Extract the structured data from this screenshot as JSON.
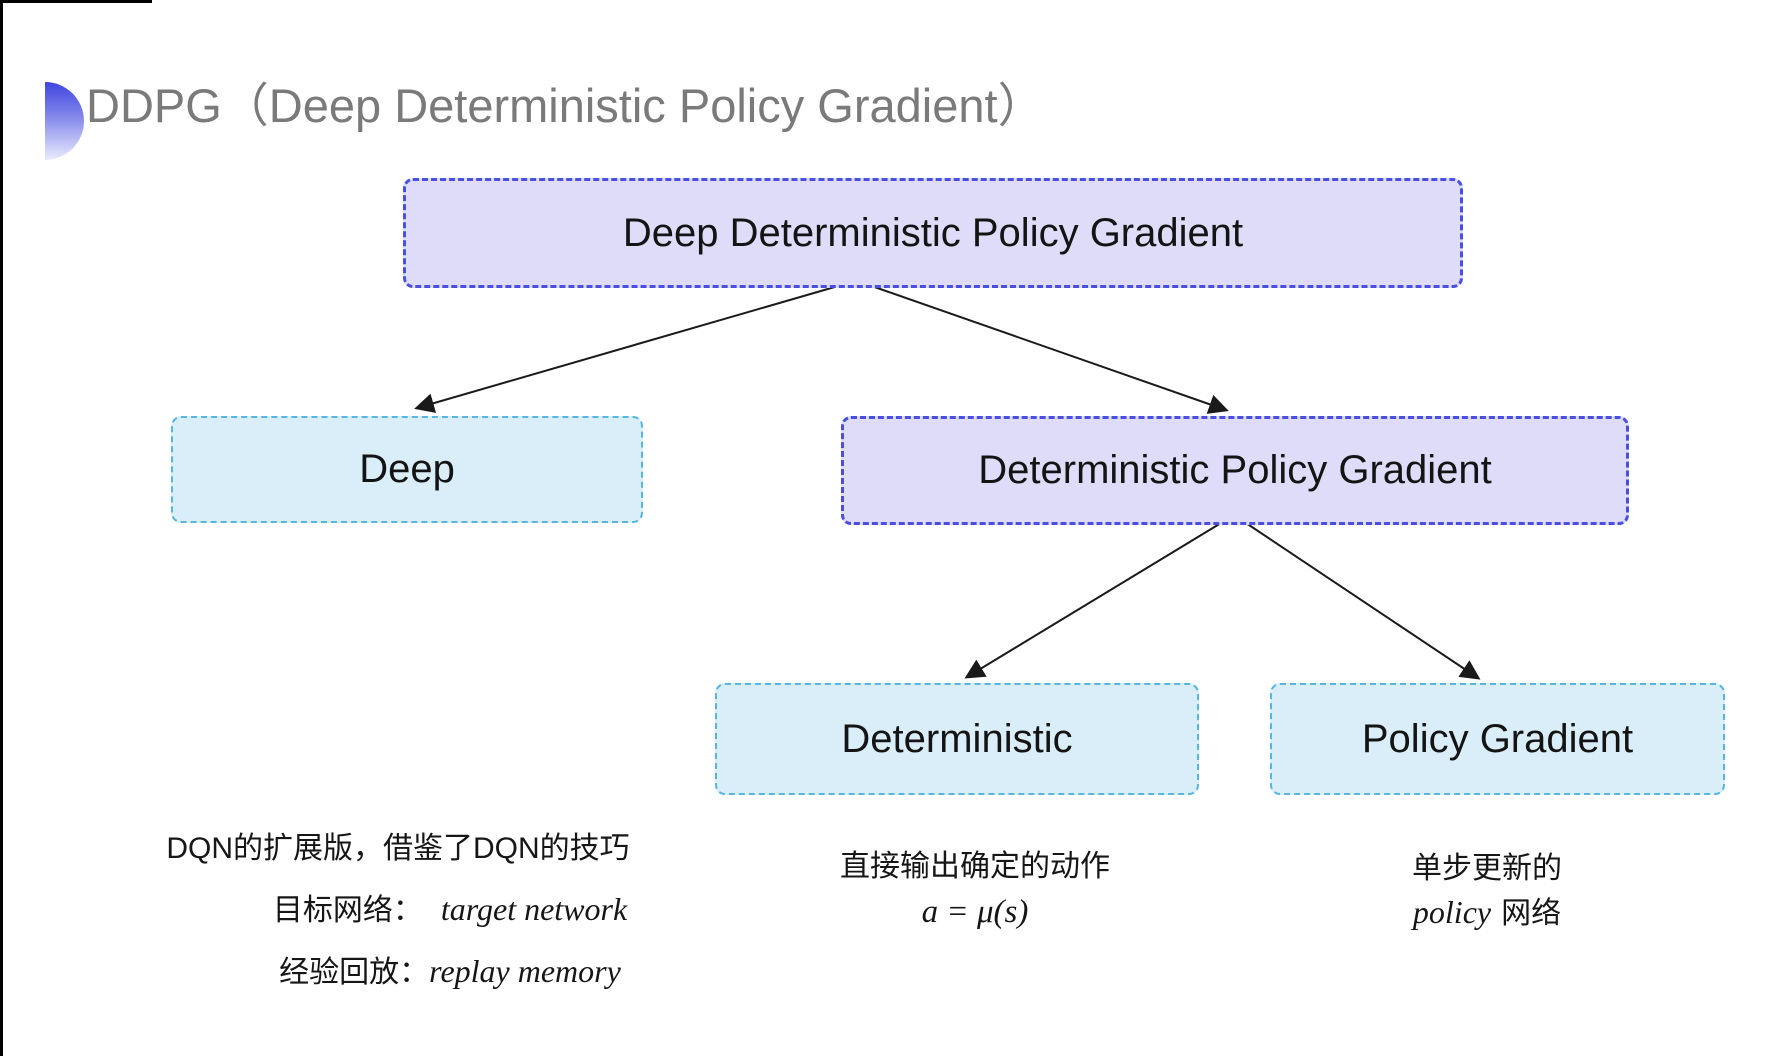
{
  "colors": {
    "purple-fill": "#dedcf8",
    "purple-border": "#4a4fe0",
    "cyan-fill": "#d9eef9",
    "cyan-border": "#56b6e0",
    "arrow": "#1a1a1a",
    "title": "#7a7a7a",
    "text": "#111111",
    "bullet-top": "#3f45df",
    "bullet-bottom": "#e9ecfc"
  },
  "header": {
    "title": "DDPG（Deep Deterministic Policy Gradient）"
  },
  "diagram": {
    "nodes": [
      {
        "id": "ddpg",
        "label": "Deep Deterministic Policy Gradient",
        "variant": "purple"
      },
      {
        "id": "deep",
        "label": "Deep",
        "variant": "cyan"
      },
      {
        "id": "dpg",
        "label": "Deterministic Policy Gradient",
        "variant": "purple"
      },
      {
        "id": "deterministic",
        "label": "Deterministic",
        "variant": "cyan"
      },
      {
        "id": "policy-gradient",
        "label": "Policy Gradient",
        "variant": "cyan"
      }
    ]
  },
  "notes": {
    "left": {
      "line1": "DQN的扩展版，借鉴了DQN的技巧",
      "line2_label": "目标网络：",
      "line2_value": "target network",
      "line3_label": "经验回放：",
      "line3_value": "replay memory"
    },
    "middle": {
      "line1": "直接输出确定的动作",
      "formula": "a = μ(s)"
    },
    "right": {
      "line1": "单步更新的",
      "line2_italic": "policy",
      "line2_rest": "网络"
    }
  }
}
